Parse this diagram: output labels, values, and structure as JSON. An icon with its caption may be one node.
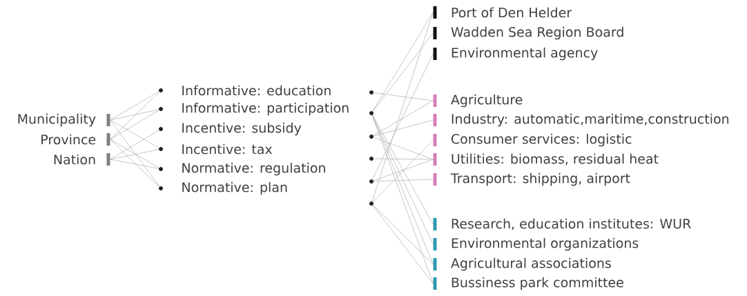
{
  "diagram": {
    "nodes": [
      {
        "text": [
          "Municipality"
        ]
      },
      {
        "text": [
          "Province"
        ]
      },
      {
        "text": [
          "Nation"
        ]
      },
      {
        "text": [
          "Informative: education"
        ]
      },
      {
        "text": [
          "Informative: participation"
        ]
      },
      {
        "text": [
          "Incentive: subsidy"
        ]
      },
      {
        "text": [
          "Incentive: tax"
        ]
      },
      {
        "text": [
          "Normative: regulation"
        ]
      },
      {
        "text": [
          "Normative: plan"
        ]
      },
      {
        "text": [],
        "shape": "circle"
      },
      {
        "text": [],
        "shape": "circle"
      },
      {
        "text": [],
        "shape": "circle"
      },
      {
        "text": [],
        "shape": "circle"
      },
      {
        "text": [],
        "shape": "circle"
      },
      {
        "text": [],
        "shape": "circle"
      },
      {
        "text": [
          "Port of Den Helder"
        ]
      },
      {
        "text": [
          "Wadden Sea Region Board"
        ]
      },
      {
        "text": [
          "Environmental agency"
        ]
      },
      {
        "text": [
          "Agriculture"
        ]
      },
      {
        "text": [
          "Industry: automatic,maritime,construction"
        ]
      },
      {
        "text": [
          "Consumer services: logistic"
        ]
      },
      {
        "text": [
          "Utilities: biomass, residual heat"
        ]
      },
      {
        "text": [
          "Transport: shipping, airport"
        ]
      },
      {
        "text": [
          "Research, education institutes: WUR"
        ]
      },
      {
        "text": [
          "Environmental organizations"
        ]
      },
      {
        "text": [
          "Agricultural associations"
        ]
      },
      {
        "text": [
          "Bussiness park committee"
        ]
      }
    ],
    "edges": [
      {
        "from": 0,
        "to": 3,
        "arrow": "none"
      },
      {
        "from": 0,
        "to": 4,
        "arrow": "none"
      },
      {
        "from": 0,
        "to": 6,
        "arrow": "none"
      },
      {
        "from": 0,
        "to": 8,
        "arrow": "none"
      },
      {
        "from": 1,
        "to": 3,
        "arrow": "none"
      },
      {
        "from": 1,
        "to": 4,
        "arrow": "none"
      },
      {
        "from": 1,
        "to": 7,
        "arrow": "none"
      },
      {
        "from": 1,
        "to": 8,
        "arrow": "none"
      },
      {
        "from": 2,
        "to": 5,
        "arrow": "none"
      },
      {
        "from": 2,
        "to": 6,
        "arrow": "none"
      },
      {
        "from": 2,
        "to": 7,
        "arrow": "none"
      },
      {
        "from": 9,
        "to": 18,
        "arrow": "none"
      },
      {
        "from": 10,
        "to": 15,
        "arrow": "none"
      },
      {
        "from": 10,
        "to": 16,
        "arrow": "none"
      },
      {
        "from": 10,
        "to": 23,
        "arrow": "none"
      },
      {
        "from": 10,
        "to": 24,
        "arrow": "none"
      },
      {
        "from": 10,
        "to": 25,
        "arrow": "none"
      },
      {
        "from": 10,
        "to": 26,
        "arrow": "none"
      },
      {
        "from": 11,
        "to": 18,
        "arrow": "none"
      },
      {
        "from": 11,
        "to": 19,
        "arrow": "none"
      },
      {
        "from": 11,
        "to": 21,
        "arrow": "none"
      },
      {
        "from": 12,
        "to": 21,
        "arrow": "none"
      },
      {
        "from": 13,
        "to": 17,
        "arrow": "none"
      },
      {
        "from": 13,
        "to": 21,
        "arrow": "none"
      },
      {
        "from": 13,
        "to": 22,
        "arrow": "none"
      },
      {
        "from": 14,
        "to": 15,
        "arrow": "none"
      },
      {
        "from": 14,
        "to": 20,
        "arrow": "none"
      },
      {
        "from": 14,
        "to": 25,
        "arrow": "none"
      },
      {
        "from": 14,
        "to": 26,
        "arrow": "none"
      }
    ]
  }
}
